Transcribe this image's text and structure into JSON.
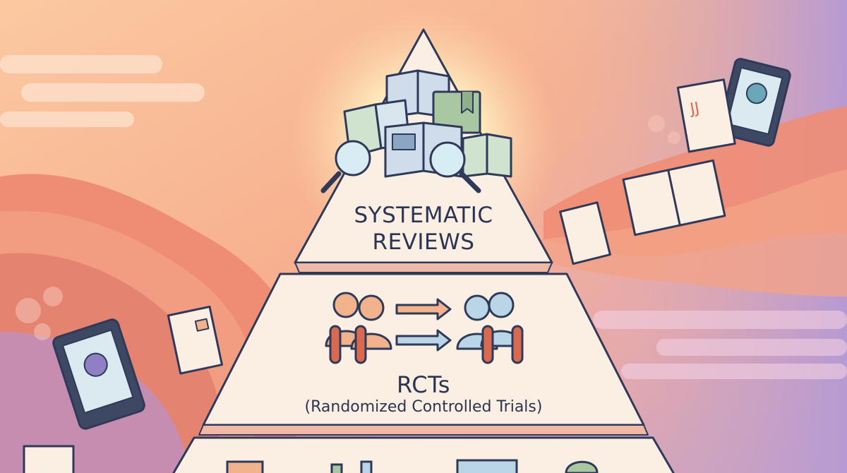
{
  "pyramid": {
    "top_level": {
      "line1": "SYSTEMATIC",
      "line2": "REVIEWS"
    },
    "middle_level": {
      "title": "RCTs",
      "subtitle": "(Randomized Controlled Trials)"
    }
  },
  "colors": {
    "outline": "#2f3a5a",
    "pyramid_fill": "#fbeee2",
    "band": "#f0b8a6",
    "glow": "#fff6c9",
    "book_blue": "#cfdcea",
    "book_green": "#a9c7a0",
    "person_orange": "#f2b28c",
    "person_blue": "#b9d5e6",
    "tube_red": "#d9694f",
    "bg_wave_coral": "#ee8a72",
    "bg_purple": "#b59ad0"
  }
}
